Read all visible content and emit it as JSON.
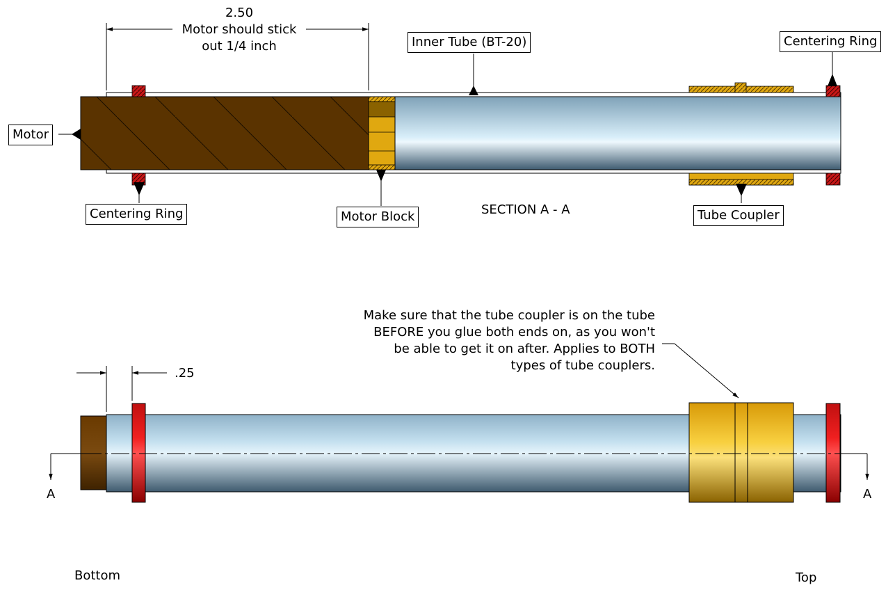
{
  "section_view": {
    "title": "SECTION A - A",
    "callouts": {
      "inner_tube": "Inner Tube (BT-20)",
      "centering_ring_top": "Centering Ring",
      "centering_ring_bottom": "Centering Ring",
      "motor": "Motor",
      "motor_block": "Motor Block",
      "tube_coupler": "Tube Coupler"
    },
    "dimension": {
      "value": "2.50",
      "note_line1": "Motor should stick",
      "note_line2": "out 1/4 inch"
    }
  },
  "elevation_view": {
    "dimension_value": ".25",
    "note_lines": [
      "Make sure that the tube coupler is on the tube",
      "BEFORE you glue both ends on, as you won't",
      "be able to get it on after. Applies to BOTH",
      "types of tube couplers."
    ],
    "section_marker_left": "A",
    "section_marker_right": "A",
    "end_label_left": "Bottom",
    "end_label_right": "Top"
  },
  "colors": {
    "motor": "#5a3300",
    "tube_light": "#c9e4f3",
    "tube_dark": "#4a6a80",
    "coupler": "#e0a810",
    "centering_ring": "#d01010"
  }
}
